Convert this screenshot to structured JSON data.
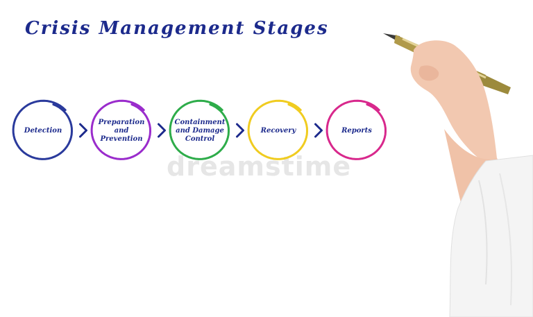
{
  "diagram": {
    "title": "Crisis Management Stages",
    "watermark": "dreamstime",
    "stages": [
      {
        "lines": [
          "Detection"
        ],
        "color": "#2a3a9c"
      },
      {
        "lines": [
          "Preparation",
          "and",
          "Prevention"
        ],
        "color": "#9a2ccc"
      },
      {
        "lines": [
          "Containment",
          "and Damage",
          "Control"
        ],
        "color": "#2eac4a"
      },
      {
        "lines": [
          "Recovery"
        ],
        "color": "#f0cc20"
      },
      {
        "lines": [
          "Reports"
        ],
        "color": "#d8288c"
      }
    ],
    "arrow_color": "#1c2a8c"
  }
}
